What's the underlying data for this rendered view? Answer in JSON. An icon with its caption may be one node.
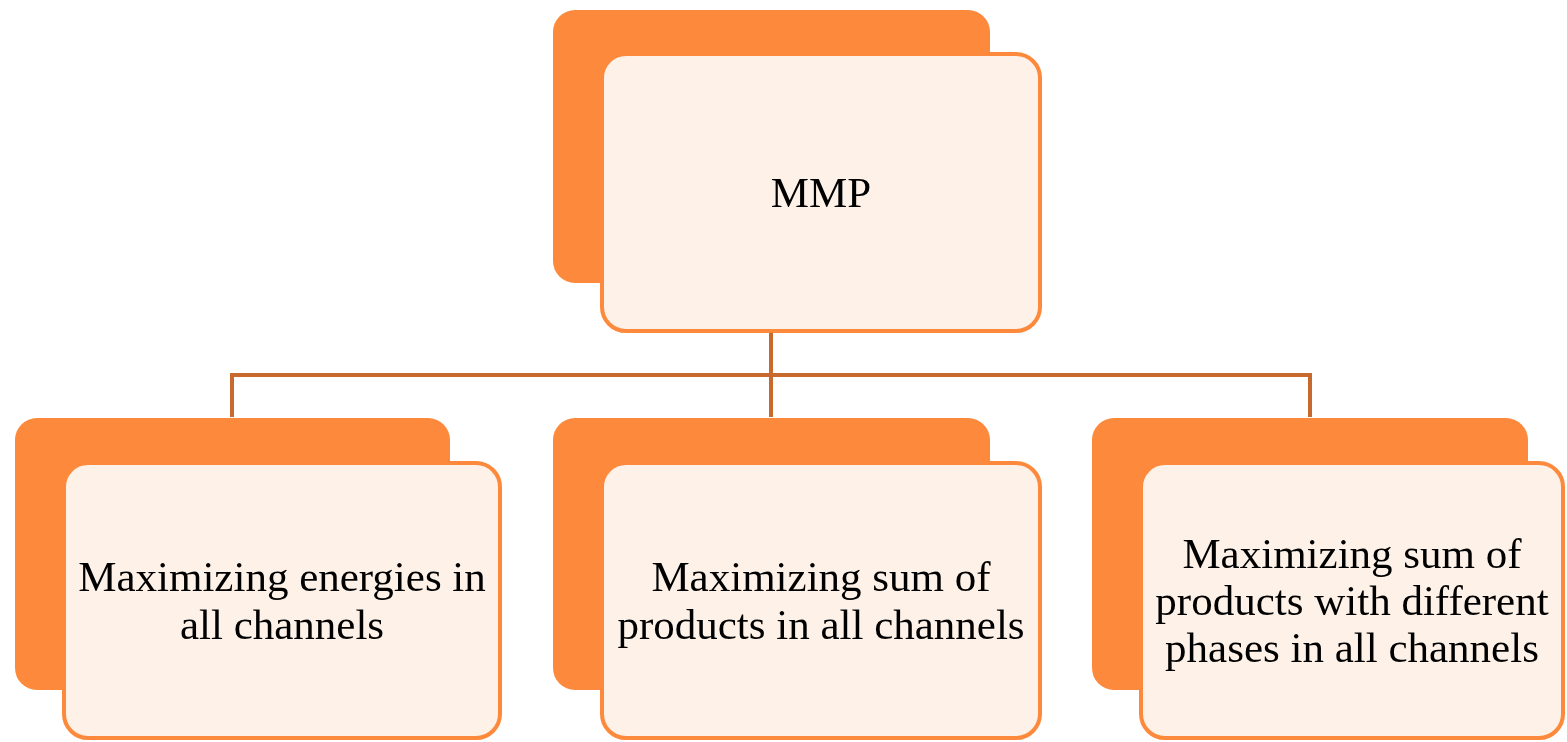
{
  "diagram": {
    "nodes": [
      {
        "text": [
          "MMP"
        ]
      },
      {
        "text": [
          "Maximizing energies in all channels"
        ]
      },
      {
        "text": [
          "Maximizing sum of products in all channels"
        ]
      },
      {
        "text": [
          "Maximizing sum of products with different phases in all channels"
        ]
      }
    ],
    "edges": [
      {
        "from": 0,
        "to": 1,
        "arrow": "none"
      },
      {
        "from": 0,
        "to": 2,
        "arrow": "none"
      },
      {
        "from": 0,
        "to": 3,
        "arrow": "none"
      }
    ]
  }
}
